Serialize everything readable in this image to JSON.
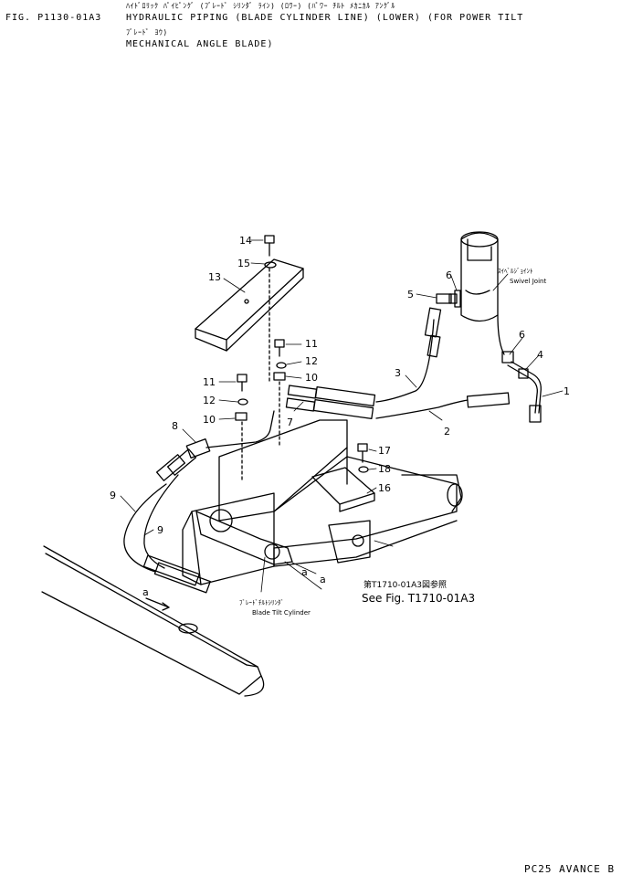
{
  "header": {
    "fig_no": "FIG. P1130-01A3",
    "jp_title": "ﾊｲﾄﾞﾛﾘｯｸ ﾊﾟｲﾋﾟﾝｸﾞ (ﾌﾞﾚｰﾄﾞ ｼﾘﾝﾀﾞ ﾗｲﾝ) (ﾛﾜｰ) (ﾊﾟﾜｰ ﾁﾙﾄ ﾒｶﾆｶﾙ ｱﾝｸﾞﾙ",
    "title_line1": "HYDRAULIC PIPING (BLADE CYLINDER LINE) (LOWER) (FOR POWER TILT",
    "jp_line2": "ﾌﾞﾚｰﾄﾞ ﾖｳ)",
    "title_line2": "MECHANICAL ANGLE BLADE)"
  },
  "callouts": [
    "1",
    "2",
    "3",
    "4",
    "5",
    "6",
    "6",
    "7",
    "8",
    "9",
    "9",
    "10",
    "10",
    "11",
    "11",
    "12",
    "12",
    "13",
    "14",
    "15",
    "16",
    "17",
    "18"
  ],
  "annotations": {
    "swivel_jp": "ｽｲﾍﾞﾙｼﾞｮｲﾝﾄ",
    "swivel_en": "Swivel Joint",
    "cyl_jp": "ﾌﾞﾚｰﾄﾞﾁﾙﾄｼﾘﾝﾀﾞ",
    "cyl_en": "Blade Tilt Cylinder",
    "see_jp": "第T1710-01A3図参照",
    "see_en": "See Fig. T1710-01A3",
    "mark_a1": "a",
    "mark_a2": "a",
    "mark_a3": "a"
  },
  "footer": {
    "model": "PC25 AVANCE B"
  }
}
